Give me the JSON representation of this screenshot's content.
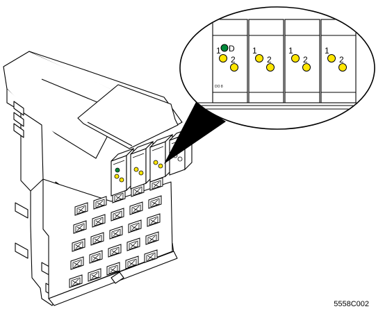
{
  "figure_id": "5558C002",
  "zoom": {
    "modules": [
      {
        "led_labels": [
          "1",
          "2"
        ],
        "status_label": "D",
        "footer_text": "DO 8",
        "has_status_led": true
      },
      {
        "led_labels": [
          "1",
          "2"
        ],
        "status_label": "",
        "footer_text": "",
        "has_status_led": false
      },
      {
        "led_labels": [
          "1",
          "2"
        ],
        "status_label": "",
        "footer_text": "",
        "has_status_led": false
      },
      {
        "led_labels": [
          "1",
          "2"
        ],
        "status_label": "",
        "footer_text": "",
        "has_status_led": false
      }
    ]
  },
  "colors": {
    "led_yellow": "#ffe600",
    "led_green": "#008a3a",
    "outline": "#000000",
    "body_fill": "#ffffff"
  }
}
